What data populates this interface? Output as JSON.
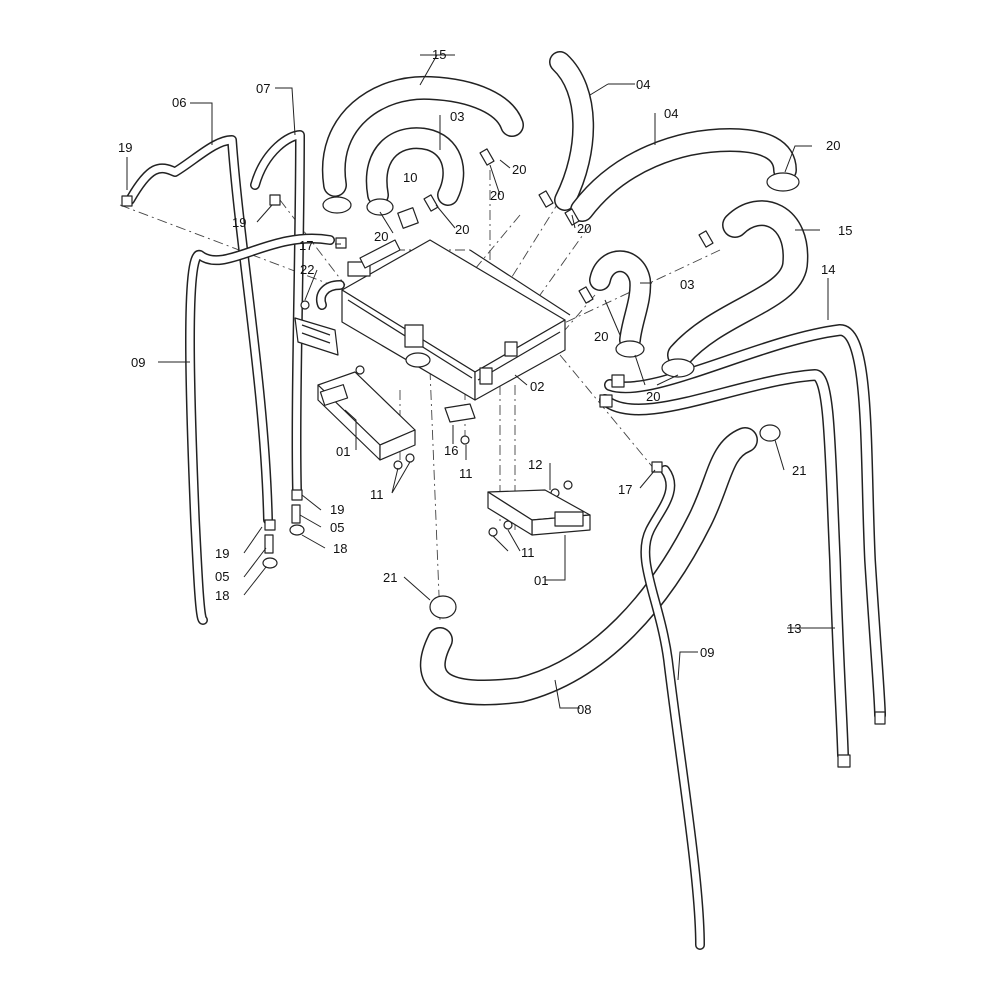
{
  "labels": {
    "l01a": "01",
    "l01b": "01",
    "l02": "02",
    "l03a": "03",
    "l03b": "03",
    "l04a": "04",
    "l04b": "04",
    "l05a": "05",
    "l05b": "05",
    "l06": "06",
    "l07": "07",
    "l08": "08",
    "l09a": "09",
    "l09b": "09",
    "l10": "10",
    "l11a": "11",
    "l11b": "11",
    "l11c": "11",
    "l12": "12",
    "l13": "13",
    "l14": "14",
    "l15a": "15",
    "l15b": "15",
    "l16": "16",
    "l17a": "17",
    "l17b": "17",
    "l18a": "18",
    "l18b": "18",
    "l19a": "19",
    "l19b": "19",
    "l19c": "19",
    "l19d": "19",
    "l20a": "20",
    "l20b": "20",
    "l20c": "20",
    "l20d": "20",
    "l20e": "20",
    "l20f": "20",
    "l20g": "20",
    "l20h": "20",
    "l21a": "21",
    "l21b": "21",
    "l22": "22"
  }
}
